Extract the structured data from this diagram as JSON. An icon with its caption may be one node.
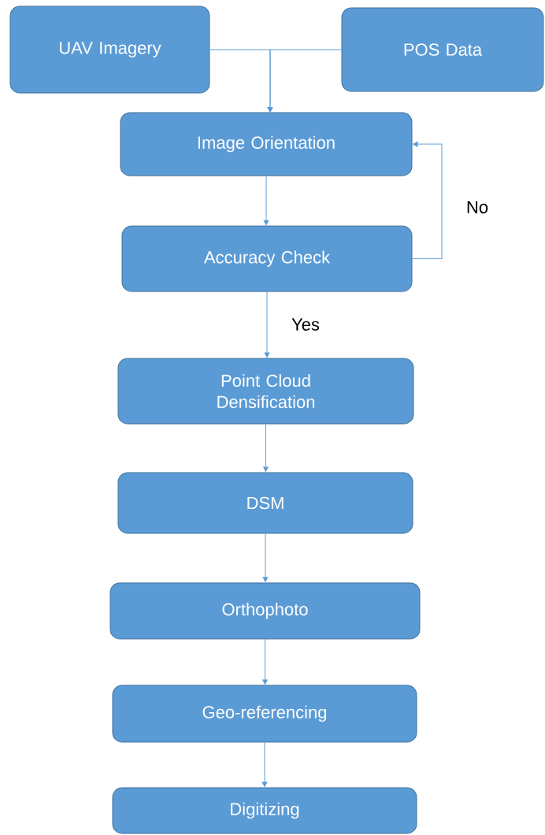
{
  "diagram": {
    "nodes": [
      {
        "text": [
          "UAV Imagery"
        ]
      },
      {
        "text": [
          "POS Data"
        ]
      },
      {
        "text": [
          "Image Orientation"
        ]
      },
      {
        "text": [
          "Accuracy Check"
        ]
      },
      {
        "text": [
          "Point Cloud Densification"
        ]
      },
      {
        "text": [
          "DSM"
        ]
      },
      {
        "text": [
          "Orthophoto"
        ]
      },
      {
        "text": [
          "Geo-referencing"
        ]
      },
      {
        "text": [
          "Digitizing"
        ]
      }
    ],
    "edges": [
      {
        "from": 0,
        "to": 2,
        "arrow": "to"
      },
      {
        "from": 1,
        "to": 2,
        "arrow": "to"
      },
      {
        "from": 2,
        "to": 3,
        "arrow": "to"
      },
      {
        "from": 3,
        "to": 2,
        "arrow": "to",
        "label": "No"
      },
      {
        "from": 3,
        "to": 4,
        "arrow": "to",
        "label": "Yes"
      },
      {
        "from": 4,
        "to": 5,
        "arrow": "to"
      },
      {
        "from": 5,
        "to": 6,
        "arrow": "to"
      },
      {
        "from": 6,
        "to": 7,
        "arrow": "to"
      },
      {
        "from": 7,
        "to": 8,
        "arrow": "to"
      }
    ]
  }
}
